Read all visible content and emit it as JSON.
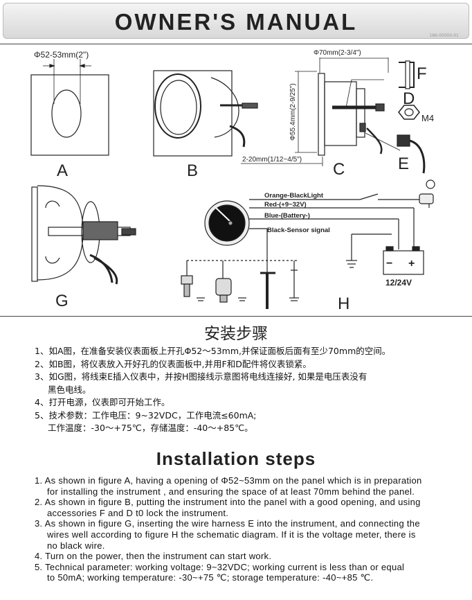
{
  "header": {
    "title": "OWNER'S  MANUAL",
    "doc_no": "186-00000-01"
  },
  "figures": {
    "a_dim": "Φ52-53mm(2\")",
    "c_top_dim": "Φ70mm(2-3/4\")",
    "c_side_dim": "Φ55.4mm(2-9/25\")",
    "c_bottom_dim": "2-20mm(1/12~4/5\")",
    "m4": "M4",
    "label_a": "A",
    "label_b": "B",
    "label_c": "C",
    "label_d": "D",
    "label_e": "E",
    "label_f": "F",
    "label_g": "G",
    "label_h": "H",
    "wire_orange": "Orange-BlackLight",
    "wire_red": "Red-(+9~32V)",
    "wire_blue": "Blue-(Battery-)",
    "wire_black": "Black-Sensor signal",
    "battery_minus": "−",
    "battery_plus": "+",
    "battery_voltage": "12/24V"
  },
  "cn": {
    "title": "安装步骤",
    "items": [
      "1、如A图，在准备安装仪表面板上开孔Φ52～53mm,并保证面板后面有至少70mm的空间。",
      "2、如B图，将仪表放入开好孔的仪表面板中,并用F和D配件将仪表锁紧。",
      "3、如G图，将线束E插入仪表中，并按H图接线示意图将电线连接好, 如果是电压表没有",
      "黑色电线。",
      "4、打开电源，仪表即可开始工作。",
      "5、技术参数：工作电压：9~32VDC，工作电流≤60mA;",
      "工作温度：-30～+75℃，存储温度：-40～+85℃。"
    ]
  },
  "en": {
    "title": "Installation steps",
    "items": [
      "1.  As shown in figure A, having a opening of  Φ52~53mm on the panel which is in preparation",
      "for installing the instrument , and ensuring the space of at least 70mm behind the panel.",
      "2.  As shown in figure B, putting the instrument into the panel with a good opening, and using",
      "accessories  F and D t0 lock the instrument.",
      "3.  As shown in figure G, inserting the wire harness E into the instrument, and connecting the",
      "wires  well according to figure H the schematic diagram. If it is the voltage meter, there is",
      "no black wire.",
      "4.  Turn on the power, then the instrument can start work.",
      "5. Technical parameter: working voltage: 9~32VDC; working current is less than or equal",
      "to 50mA; working temperature: -30~+75 ℃; storage temperature: -40~+85 ℃."
    ]
  }
}
